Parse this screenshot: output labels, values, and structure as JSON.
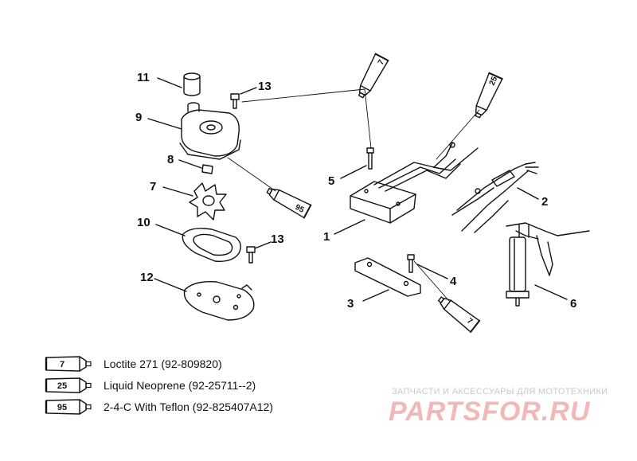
{
  "callouts": {
    "n1": "1",
    "n2": "2",
    "n3": "3",
    "n4": "4",
    "n5": "5",
    "n6": "6",
    "n7": "7",
    "n8": "8",
    "n9": "9",
    "n10": "10",
    "n11": "11",
    "n12": "12",
    "n13a": "13",
    "n13b": "13"
  },
  "tubes": {
    "t7_top": "7",
    "t25_top": "25",
    "t95": "95",
    "t7_bottom": "7"
  },
  "legend": [
    {
      "code": "7",
      "text": "Loctite 271 (92-809820)"
    },
    {
      "code": "25",
      "text": "Liquid Neoprene (92-25711--2)"
    },
    {
      "code": "95",
      "text": "2-4-C  With Teflon (92-825407A12)"
    }
  ],
  "watermark": {
    "tagline": "ЗАПЧАСТИ И АКСЕССУАРЫ ДЛЯ МОТОТЕХНИКИ",
    "brand": "PARTSFOR.RU"
  }
}
